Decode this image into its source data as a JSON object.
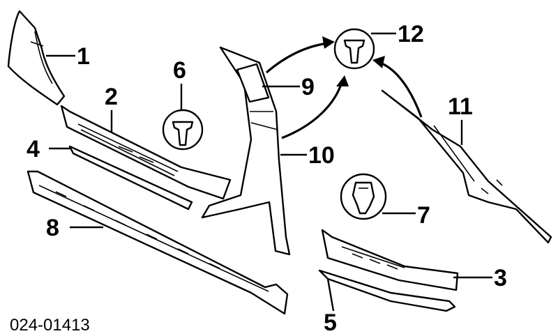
{
  "callouts": {
    "c1": "1",
    "c2": "2",
    "c3": "3",
    "c4": "4",
    "c5": "5",
    "c6": "6",
    "c7": "7",
    "c8": "8",
    "c9": "9",
    "c10": "10",
    "c11": "11",
    "c12": "12"
  },
  "document_code": "024-01413"
}
